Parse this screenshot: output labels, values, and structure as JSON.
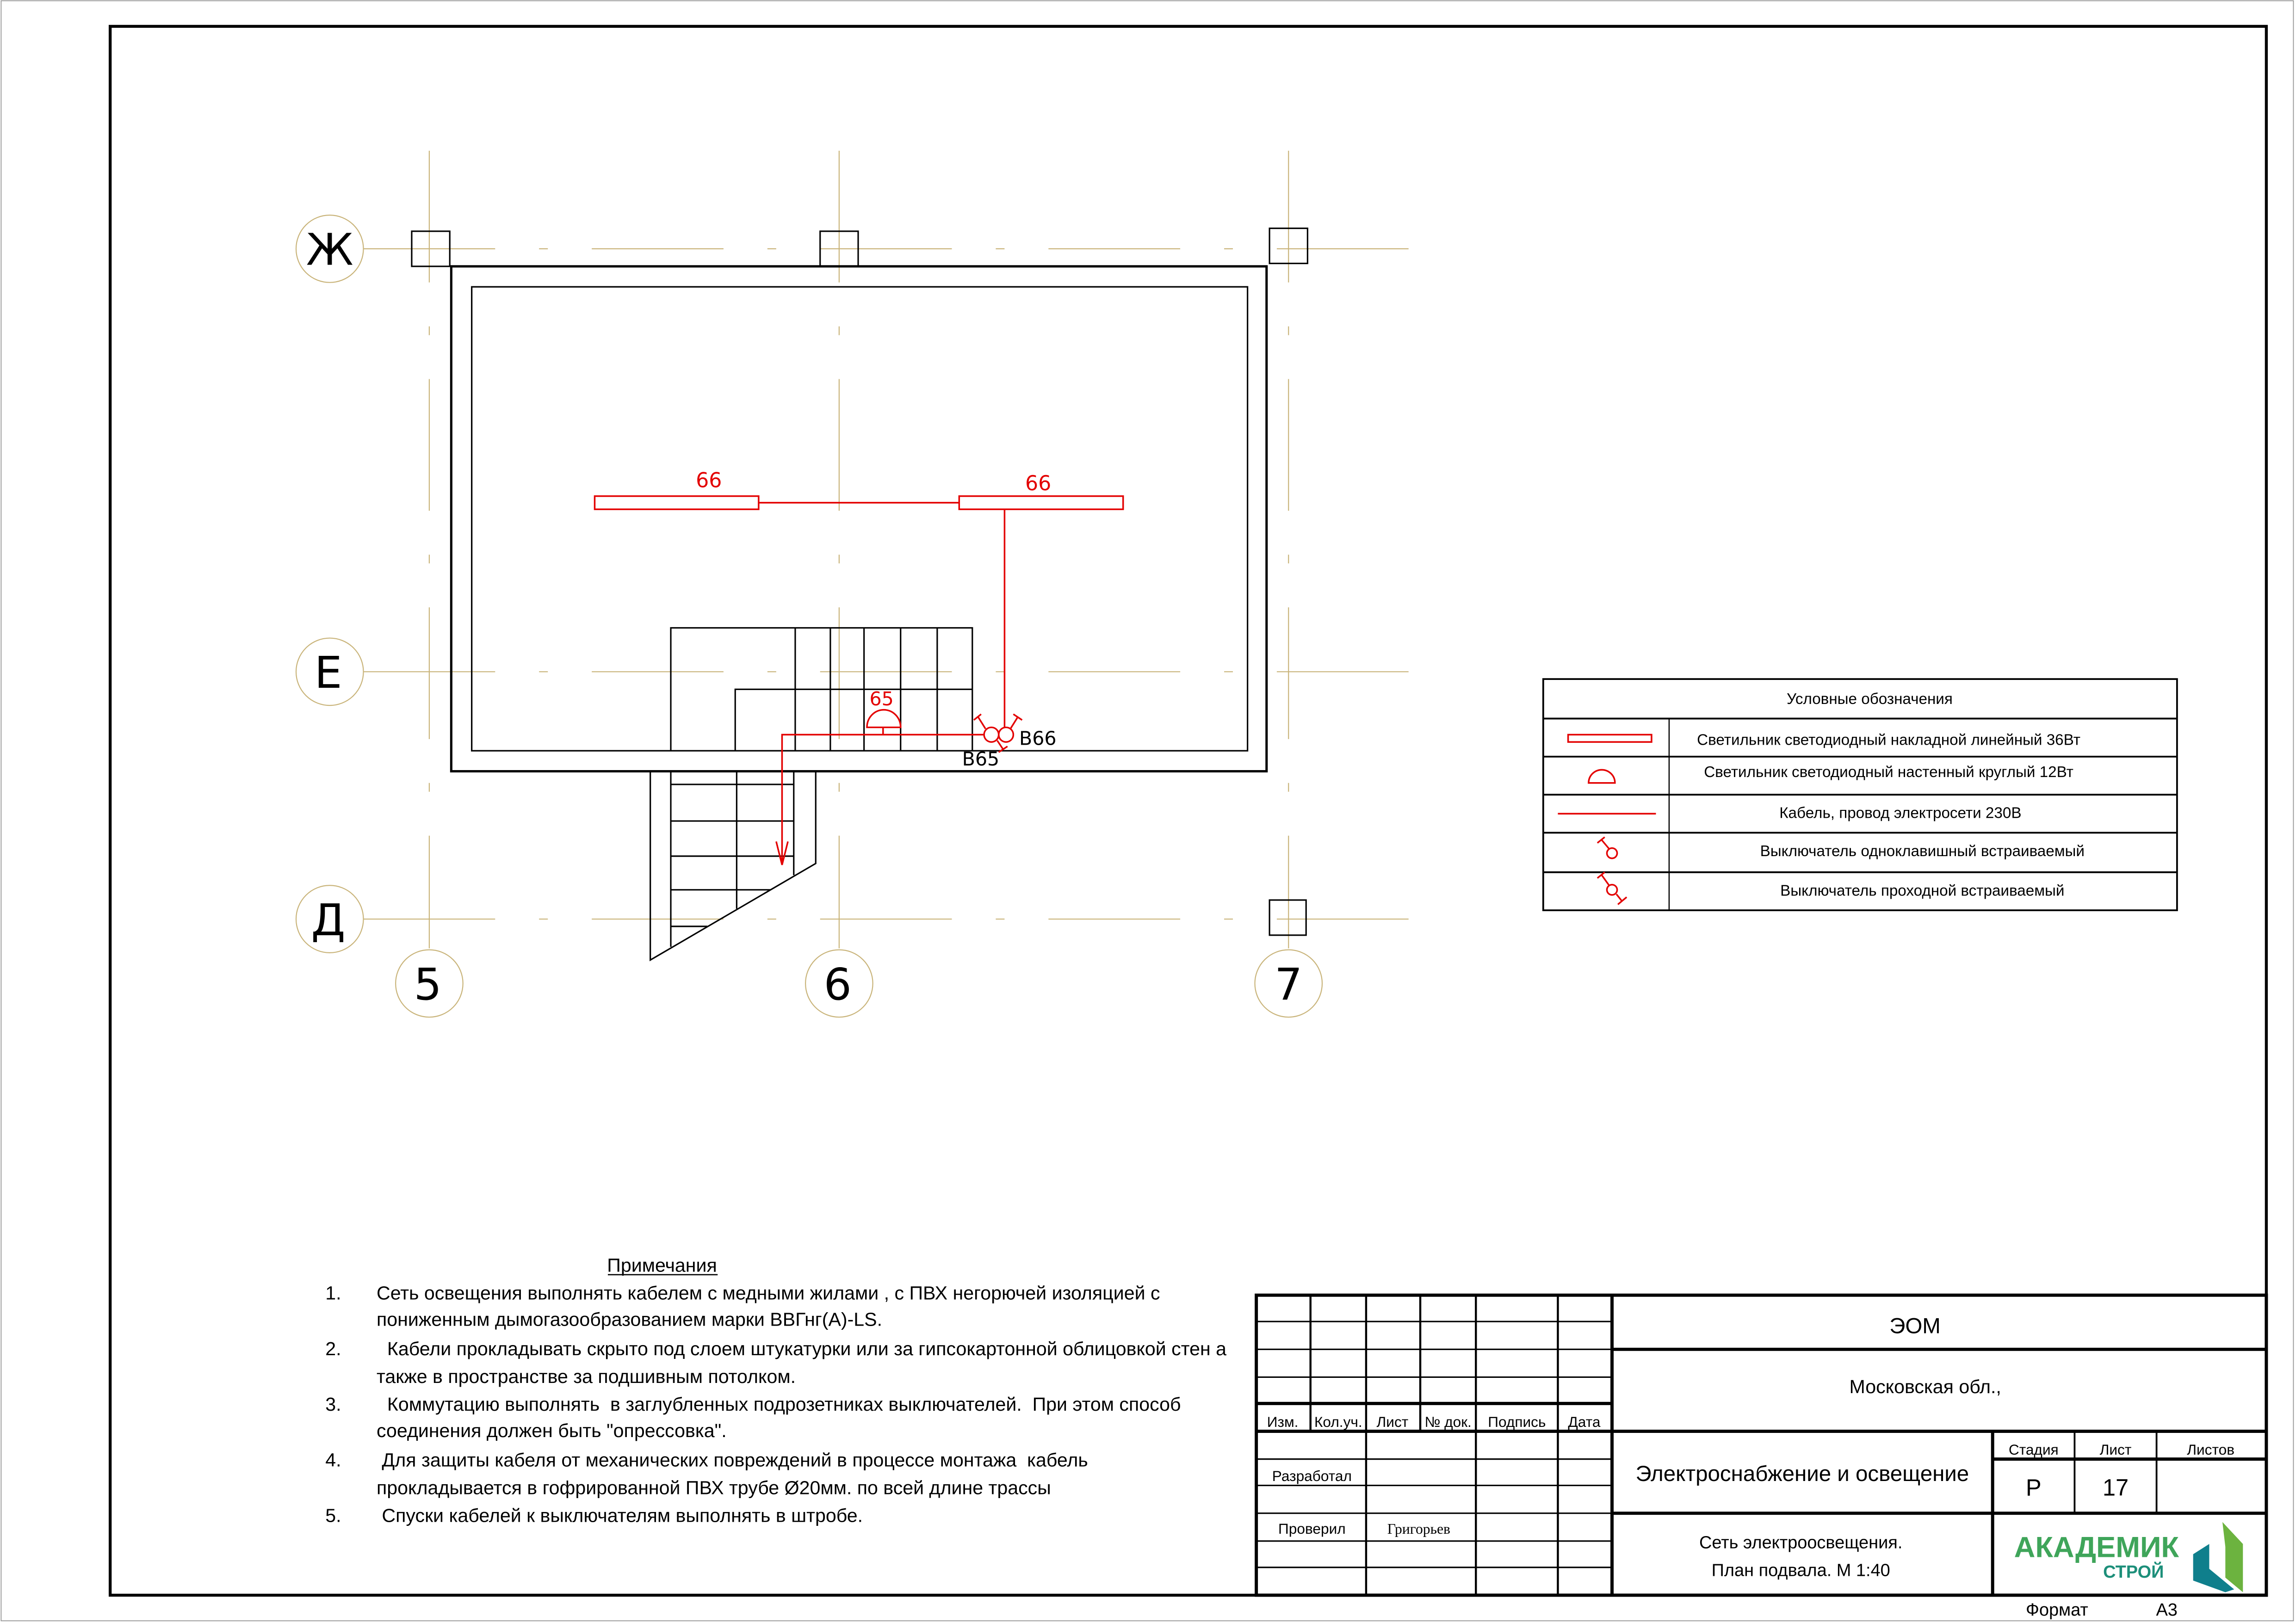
{
  "grid_axes": {
    "horizontal": [
      "Ж",
      "Е",
      "Д"
    ],
    "vertical": [
      "5",
      "6",
      "7"
    ]
  },
  "plan": {
    "luminaire_1_label": "66",
    "luminaire_2_label": "66",
    "wall_lamp_label": "65",
    "switch_b66_label": "В66",
    "switch_b65_label": "В65"
  },
  "legend": {
    "title": "Условные обозначения",
    "items": [
      {
        "icon": "linear-luminaire-icon",
        "label": "Светильник светодиодный накладной линейный 36Вт"
      },
      {
        "icon": "wall-luminaire-icon",
        "label": "Светильник светодиодный настенный круглый 12Вт"
      },
      {
        "icon": "cable-line-icon",
        "label": "Кабель, провод электросети 230В"
      },
      {
        "icon": "single-switch-icon",
        "label": "Выключатель одноклавишный  встраиваемый"
      },
      {
        "icon": "passthrough-switch-icon",
        "label": "Выключатель проходной  встраиваемый"
      }
    ]
  },
  "notes": {
    "title": "Примечания",
    "items": [
      {
        "num": "1.",
        "lines": [
          "Сеть освещения выполнять кабелем с медными жилами , с ПВХ негорючей изоляцией с",
          "пониженным дымогазообразованием марки ВВГнг(А)-LS."
        ]
      },
      {
        "num": "2.",
        "lines": [
          "  Кабели прокладывать скрыто под слоем штукатурки или за гипсокартонной облицовкой стен а",
          "также в пространстве за подшивным потолком."
        ]
      },
      {
        "num": "3.",
        "lines": [
          "  Коммутацию выполнять  в заглубленных подрозетниках выключателей.  При этом способ",
          "соединения должен быть \"опрессовка\"."
        ]
      },
      {
        "num": "4.",
        "lines": [
          " Для защиты кабеля от механических повреждений в процессе монтажа  кабель",
          "прокладывается в гофрированной ПВХ трубе Ø20мм. по всей длине трассы"
        ]
      },
      {
        "num": "5.",
        "lines": [
          " Спуски кабелей к выключателям выполнять в штробе."
        ]
      }
    ]
  },
  "title_block": {
    "headers": [
      "Изм.",
      "Кол.уч.",
      "Лист",
      "№ док.",
      "Подпись",
      "Дата"
    ],
    "developed_label": "Разработал",
    "checked_label": "Проверил",
    "checked_name": "Григорьев",
    "code": "ЭОМ",
    "location": "Московская обл.,",
    "project": "Электроснабжение и освещение",
    "stage_header": "Стадия",
    "sheet_header": "Лист",
    "sheets_header": "Листов",
    "stage": "Р",
    "sheet": "17",
    "sheets": "",
    "drawing_title_1": "Сеть электроосвещения.",
    "drawing_title_2": "План подвала. М 1:40",
    "logo_main": "АКАДЕМИК",
    "logo_sub": "СТРОЙ",
    "format_label": "Формат",
    "format_value": "А3"
  },
  "colors": {
    "electrical": "#e30000",
    "axis": "#c9b47a",
    "logo_green": "#6cb33f",
    "logo_teal": "#0f7f8c"
  }
}
